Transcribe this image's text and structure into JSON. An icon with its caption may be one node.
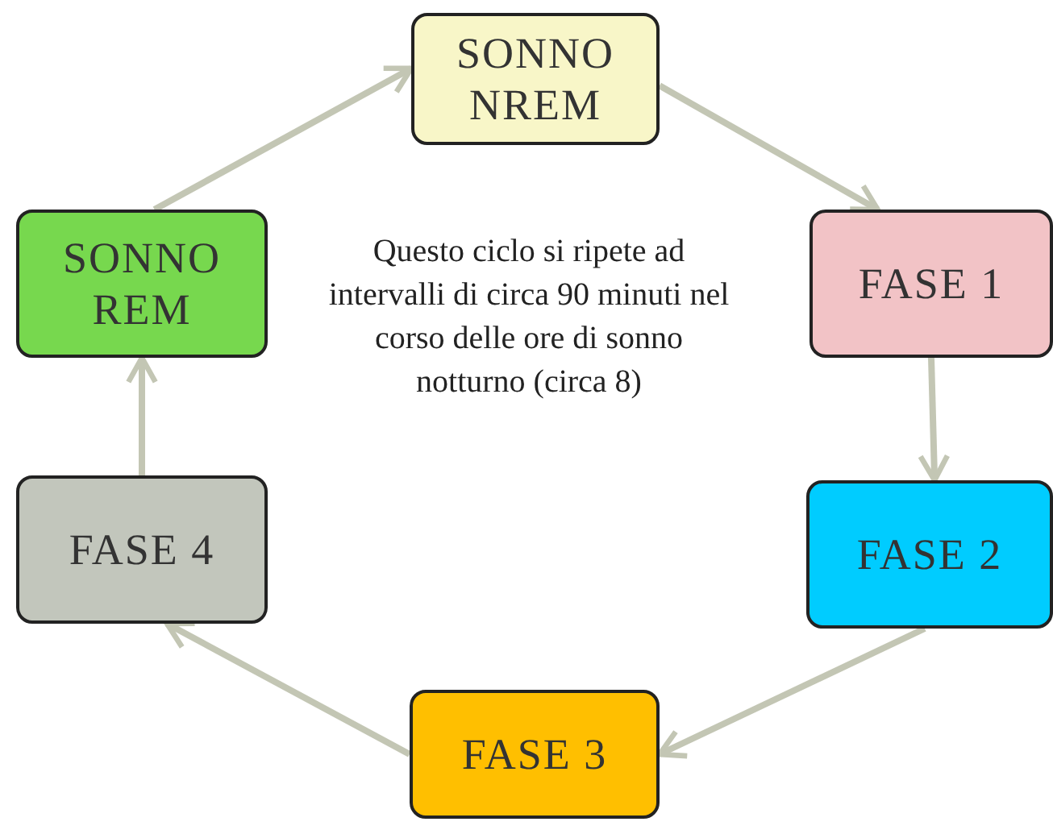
{
  "diagram": {
    "nodes": [
      {
        "text": [
          "SONNO NREM"
        ]
      },
      {
        "text": [
          "FASE 1"
        ]
      },
      {
        "text": [
          "FASE 2"
        ]
      },
      {
        "text": [
          "FASE 3"
        ]
      },
      {
        "text": [
          "FASE 4"
        ]
      },
      {
        "text": [
          "SONNO REM"
        ]
      }
    ],
    "edges": [
      {
        "from": 0,
        "to": 1,
        "arrow": "to"
      },
      {
        "from": 1,
        "to": 2,
        "arrow": "to"
      },
      {
        "from": 2,
        "to": 3,
        "arrow": "to"
      },
      {
        "from": 3,
        "to": 4,
        "arrow": "to"
      },
      {
        "from": 4,
        "to": 5,
        "arrow": "to"
      },
      {
        "from": 5,
        "to": 0,
        "arrow": "to"
      }
    ],
    "labels": [
      "Questo ciclo si ripete ad intervalli di circa 90 minuti nel corso delle ore di sonno notturno (circa 8)"
    ]
  }
}
